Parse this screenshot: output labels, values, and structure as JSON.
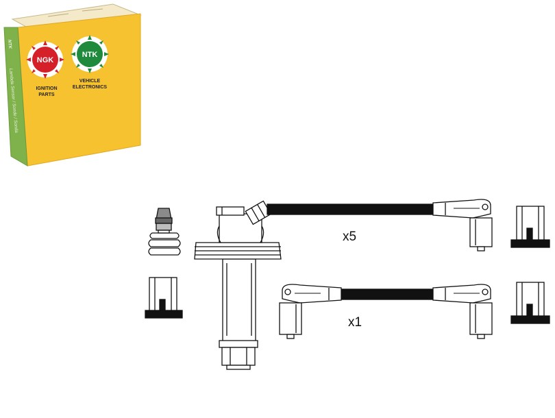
{
  "box": {
    "ngk_logo": "NGK",
    "ntk_logo": "NTK",
    "ngk_caption_line1": "IGNITION",
    "ngk_caption_line2": "PARTS",
    "ntk_caption_line1": "VEHICLE",
    "ntk_caption_line2": "ELECTRONICS",
    "side_logo": "NTK",
    "side_text": "Lambda Sensor / Sonde / Sonda",
    "colors": {
      "box": "#f7c230",
      "ngk_red": "#d5202a",
      "ntk_green": "#1f8a3b"
    }
  },
  "cables": [
    {
      "quantity_label": "x5"
    },
    {
      "quantity_label": "x1"
    }
  ]
}
